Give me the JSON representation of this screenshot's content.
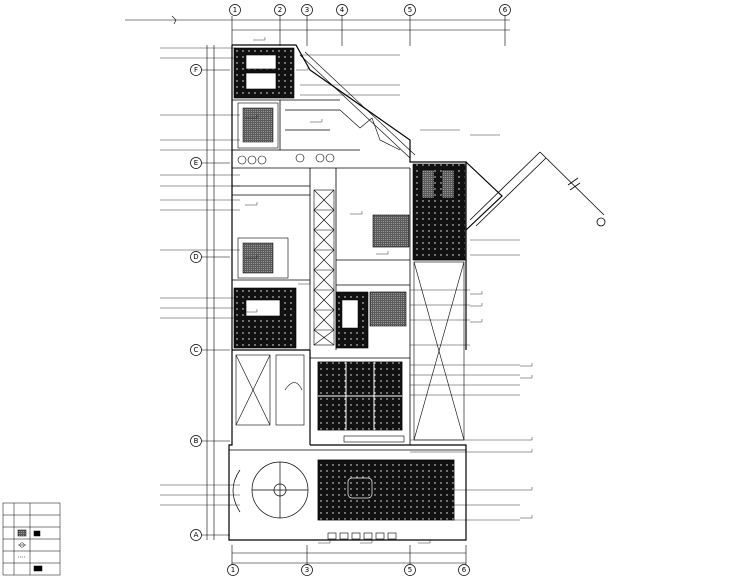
{
  "grid": {
    "top": [
      "1",
      "2",
      "3",
      "4",
      "5",
      "6"
    ],
    "bottom": [
      "1",
      "3",
      "5",
      "6"
    ],
    "left": [
      "F",
      "E",
      "D",
      "C",
      "B",
      "A"
    ]
  },
  "legend": {
    "rows": 6,
    "cols": 3
  },
  "colors": {
    "line": "#000000",
    "background": "#ffffff",
    "hatch": "#000000"
  }
}
